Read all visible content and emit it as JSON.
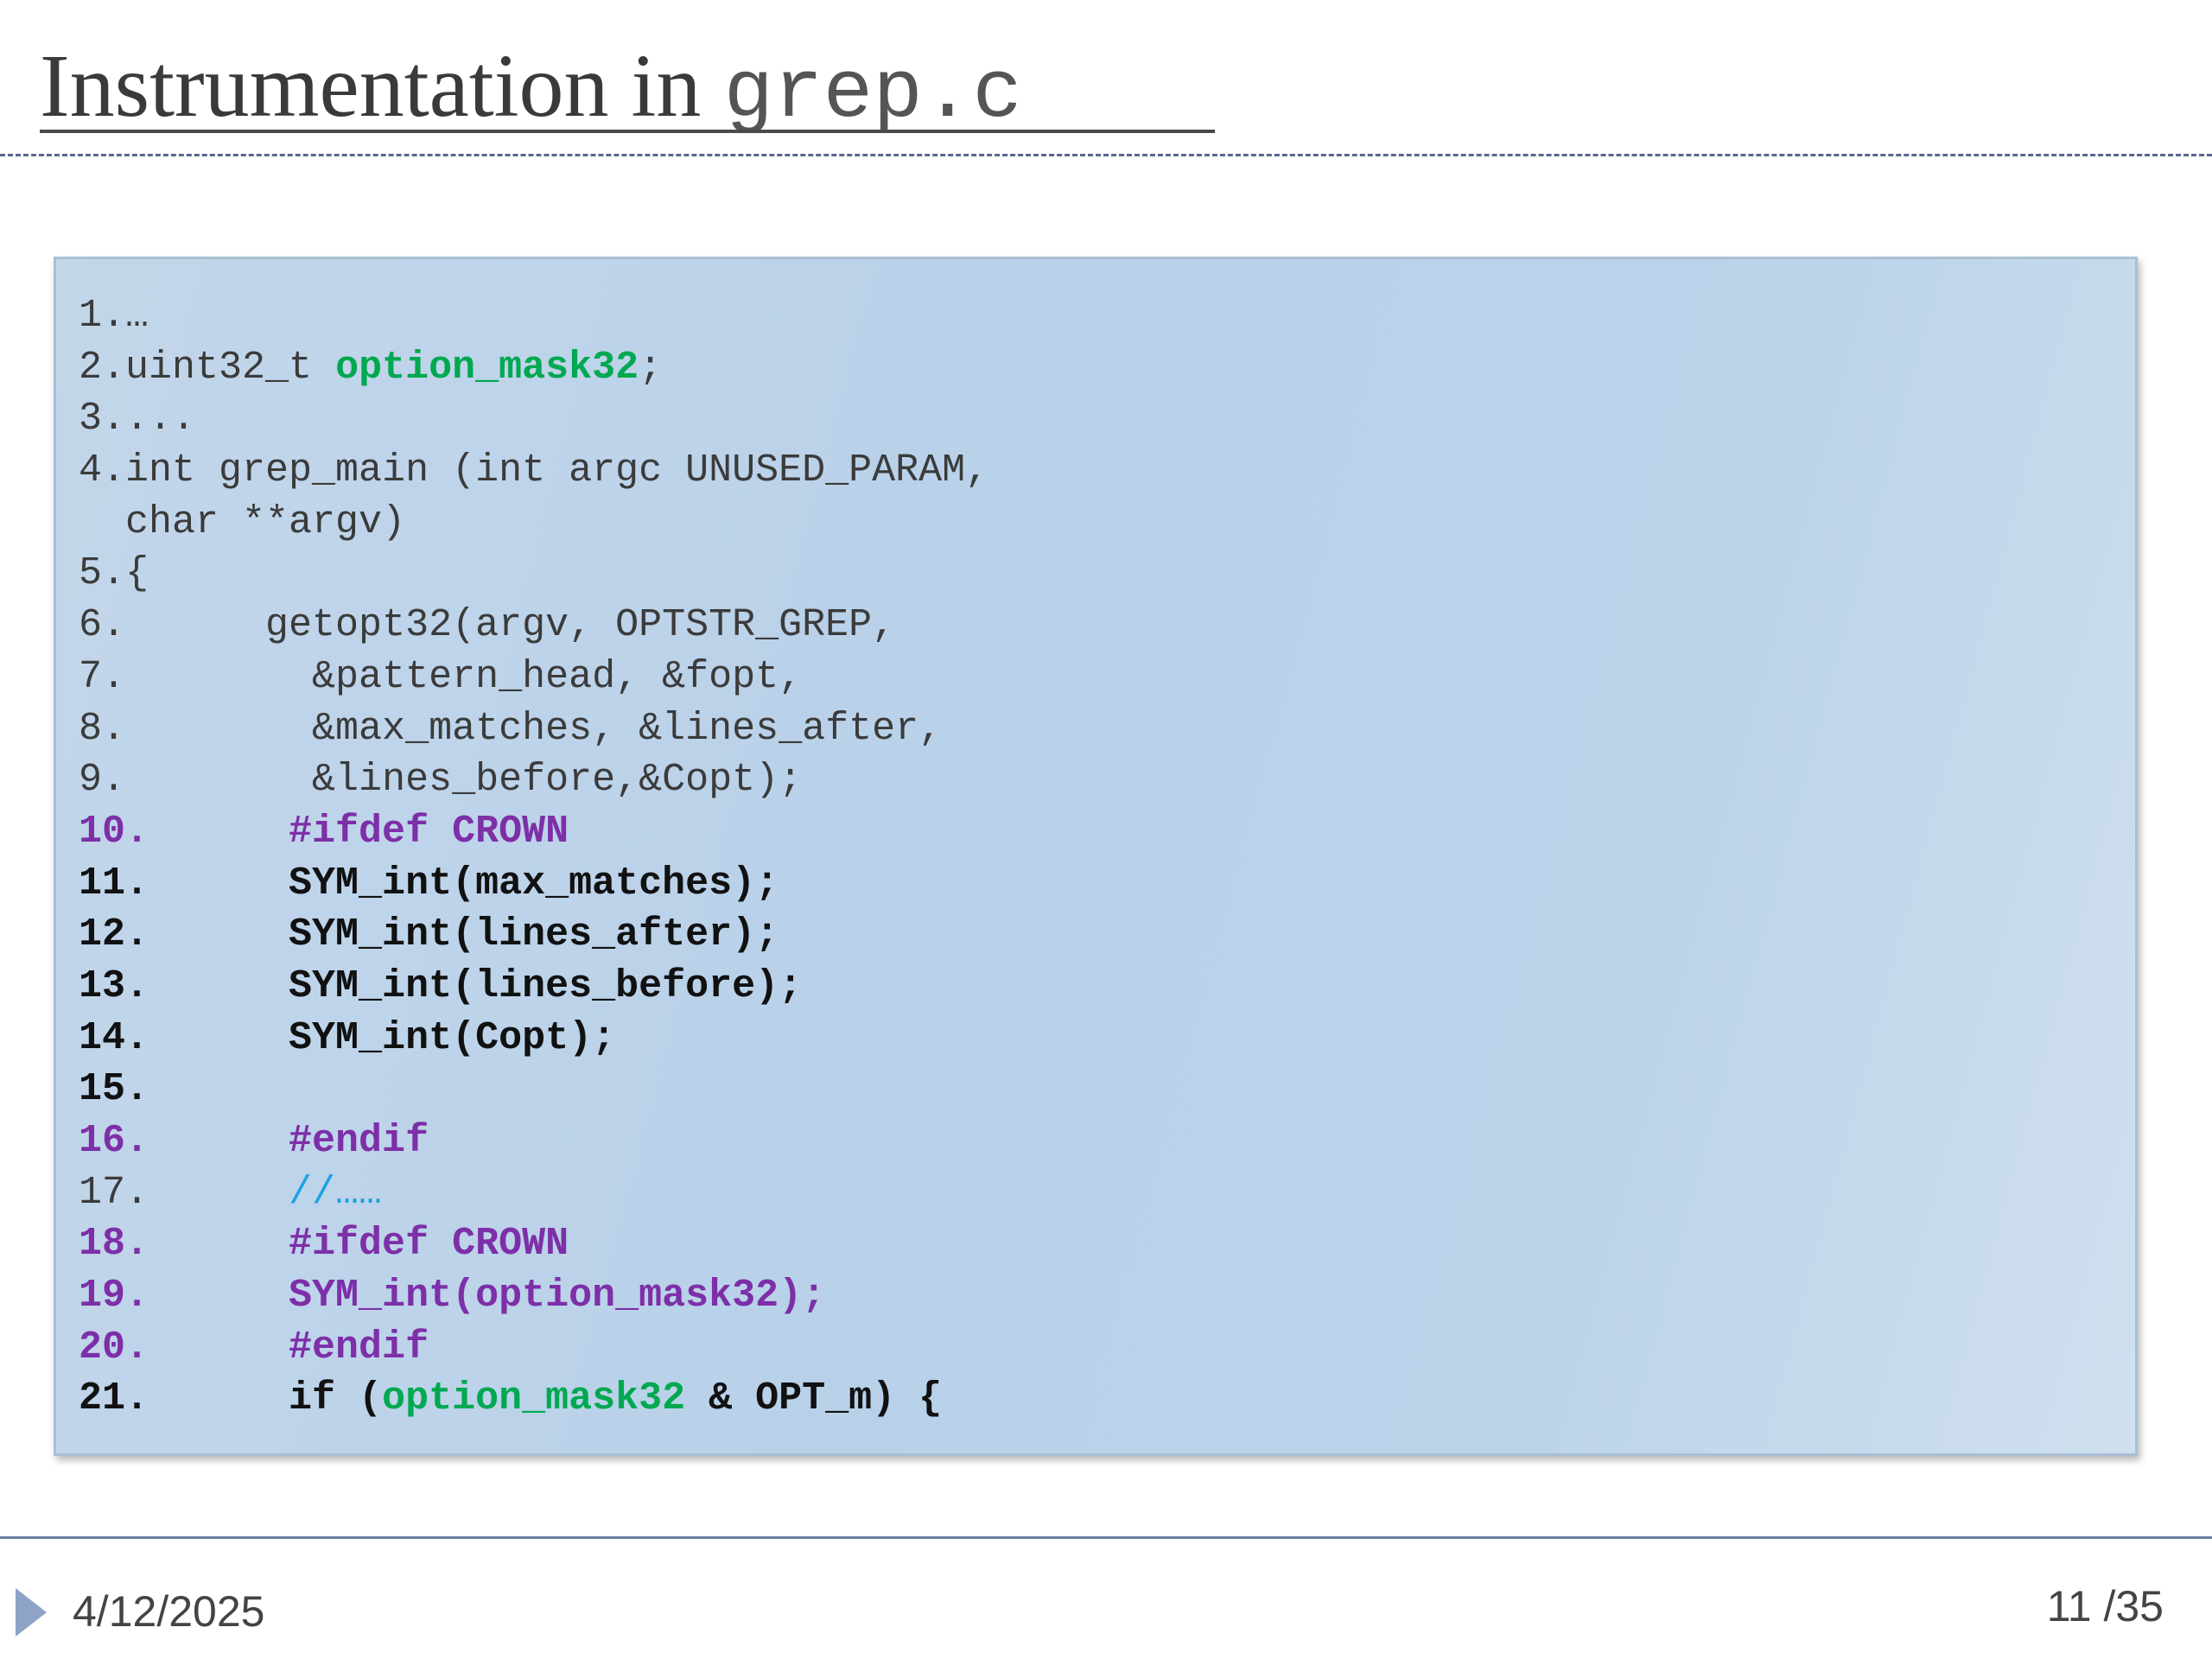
{
  "slide": {
    "title_text": "Instrumentation in ",
    "title_code": "grep.c"
  },
  "code": {
    "lines": [
      {
        "num": "1.",
        "parts": [
          {
            "t": "…",
            "s": ""
          }
        ]
      },
      {
        "num": "2.",
        "parts": [
          {
            "t": "uint32_t ",
            "s": ""
          },
          {
            "t": "option_mask32",
            "s": "green"
          },
          {
            "t": ";",
            "s": ""
          }
        ]
      },
      {
        "num": "3.",
        "parts": [
          {
            "t": "...",
            "s": ""
          }
        ]
      },
      {
        "num": "4.",
        "parts": [
          {
            "t": "int grep_main (int argc UNUSED_PARAM,",
            "s": ""
          }
        ]
      },
      {
        "num": "  ",
        "parts": [
          {
            "t": "char **argv)",
            "s": ""
          }
        ]
      },
      {
        "num": "5.",
        "parts": [
          {
            "t": "{",
            "s": ""
          }
        ]
      },
      {
        "num": "6.",
        "parts": [
          {
            "t": "      getopt32(argv, OPTSTR_GREP,",
            "s": ""
          }
        ]
      },
      {
        "num": "7.",
        "parts": [
          {
            "t": "        &pattern_head, &fopt,",
            "s": ""
          }
        ]
      },
      {
        "num": "8.",
        "parts": [
          {
            "t": "        &max_matches, &lines_after,",
            "s": ""
          }
        ]
      },
      {
        "num": "9.",
        "parts": [
          {
            "t": "        &lines_before,&Copt);",
            "s": ""
          }
        ]
      },
      {
        "num": "10.",
        "num_style": "purple",
        "parts": [
          {
            "t": "      #ifdef CROWN",
            "s": "purple"
          }
        ]
      },
      {
        "num": "11.",
        "num_style": "kw-bold",
        "parts": [
          {
            "t": "      SYM_int(max_matches);",
            "s": "kw-bold"
          }
        ]
      },
      {
        "num": "12.",
        "num_style": "kw-bold",
        "parts": [
          {
            "t": "      SYM_int(lines_after);",
            "s": "kw-bold"
          }
        ]
      },
      {
        "num": "13.",
        "num_style": "kw-bold",
        "parts": [
          {
            "t": "      SYM_int(lines_before);",
            "s": "kw-bold"
          }
        ]
      },
      {
        "num": "14.",
        "num_style": "kw-bold",
        "parts": [
          {
            "t": "      SYM_int(Copt);",
            "s": "kw-bold"
          }
        ]
      },
      {
        "num": "15.",
        "num_style": "kw-bold",
        "parts": [
          {
            "t": "",
            "s": ""
          }
        ]
      },
      {
        "num": "16.",
        "num_style": "purple",
        "parts": [
          {
            "t": "      #endif",
            "s": "purple"
          }
        ]
      },
      {
        "num": "17.",
        "parts": [
          {
            "t": "      ",
            "s": ""
          },
          {
            "t": "//……",
            "s": "cyan"
          }
        ]
      },
      {
        "num": "18.",
        "num_style": "purple",
        "parts": [
          {
            "t": "      #ifdef CROWN",
            "s": "purple"
          }
        ]
      },
      {
        "num": "19.",
        "num_style": "purple",
        "parts": [
          {
            "t": "      SYM_int(option_mask32);",
            "s": "purple"
          }
        ]
      },
      {
        "num": "20.",
        "num_style": "purple",
        "parts": [
          {
            "t": "      #endif",
            "s": "purple"
          }
        ]
      },
      {
        "num": "21.",
        "num_style": "kw-bold",
        "parts": [
          {
            "t": "      if (",
            "s": "kw-bold"
          },
          {
            "t": "option_mask32",
            "s": "green"
          },
          {
            "t": " & OPT_m) {",
            "s": "kw-bold"
          }
        ]
      }
    ]
  },
  "footer": {
    "date": "4/12/2025",
    "page": "11 /35"
  },
  "colors": {
    "green": "#00a850",
    "purple": "#7d2fa8",
    "cyan": "#1aa3e0",
    "box_background": "#bcd4ea"
  }
}
